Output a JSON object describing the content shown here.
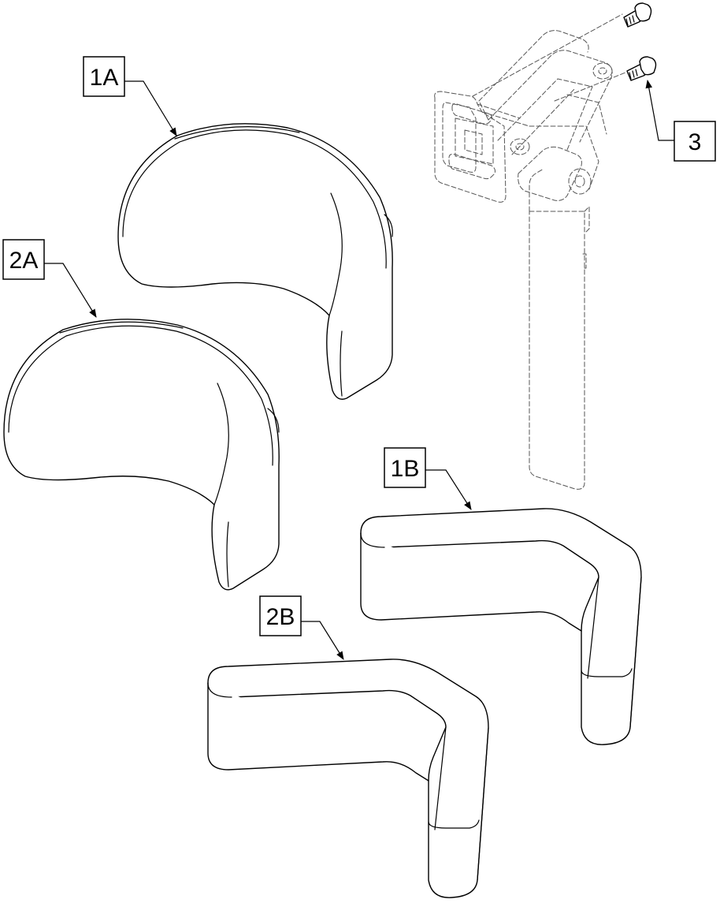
{
  "callouts": {
    "part_1a": "1A",
    "part_2a": "2A",
    "part_1b": "1B",
    "part_2b": "2B",
    "part_3": "3"
  },
  "colors": {
    "line": "#000000",
    "hidden_line": "#555555",
    "background": "#ffffff"
  }
}
